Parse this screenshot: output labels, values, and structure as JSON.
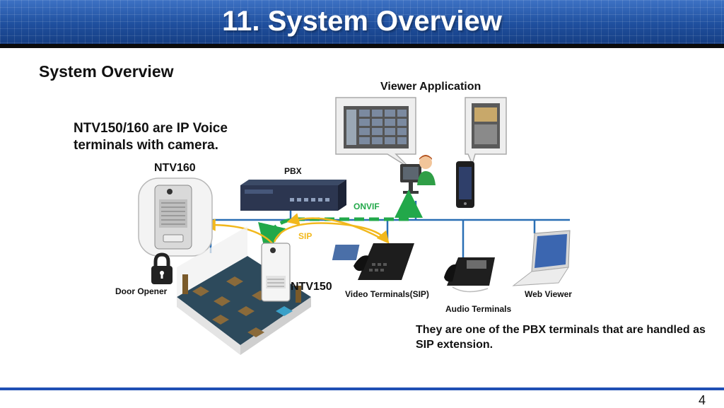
{
  "header": {
    "title": "11. System Overview"
  },
  "section_title": "System Overview",
  "intro_text": "NTV150/160 are IP Voice terminals with camera.",
  "labels": {
    "viewer_application": "Viewer Application",
    "ntv160": "NTV160",
    "pbx": "PBX",
    "onvif": "ONVIF",
    "sip": "SIP",
    "door_opener": "Door Opener",
    "ntv150": "NTV150",
    "video_terminals": "Video Terminals(SIP)",
    "web_viewer": "Web Viewer",
    "audio_terminals": "Audio Terminals"
  },
  "footer_note": "They are one of the PBX terminals that are handled as SIP extension.",
  "page_number": "4",
  "colors": {
    "network_line": "#2a6fb5",
    "onvif": "#22a84a",
    "sip": "#f2b81c",
    "header": "#1f4f9e",
    "footer_rule": "#1f4fb4"
  }
}
